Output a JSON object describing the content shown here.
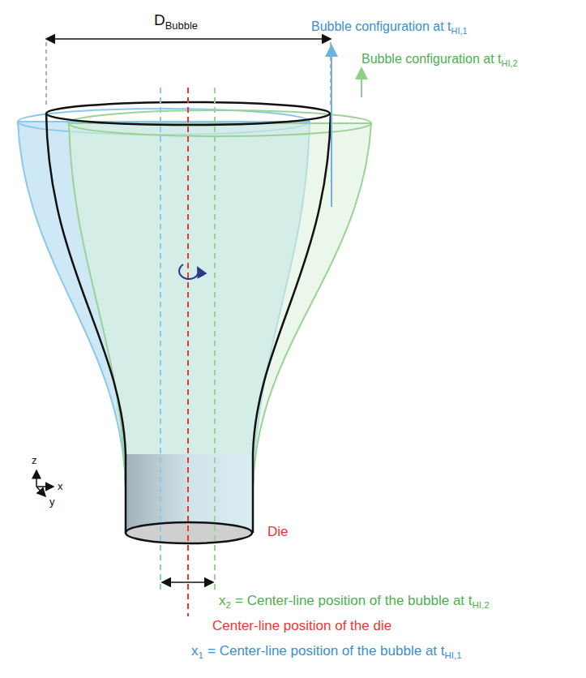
{
  "diagram": {
    "labels": [
      "D",
      "Bubble",
      "Bubble configuration at t",
      "HI,1",
      "Bubble configuration at t",
      "HI,2",
      "z",
      "x",
      "y",
      "Die",
      "x",
      "2",
      "= Center-line position of the bubble at t",
      "HI,2",
      "Center-line position of the die",
      "x",
      "1",
      "= Center-line position of the bubble at t",
      "HI,1"
    ]
  }
}
